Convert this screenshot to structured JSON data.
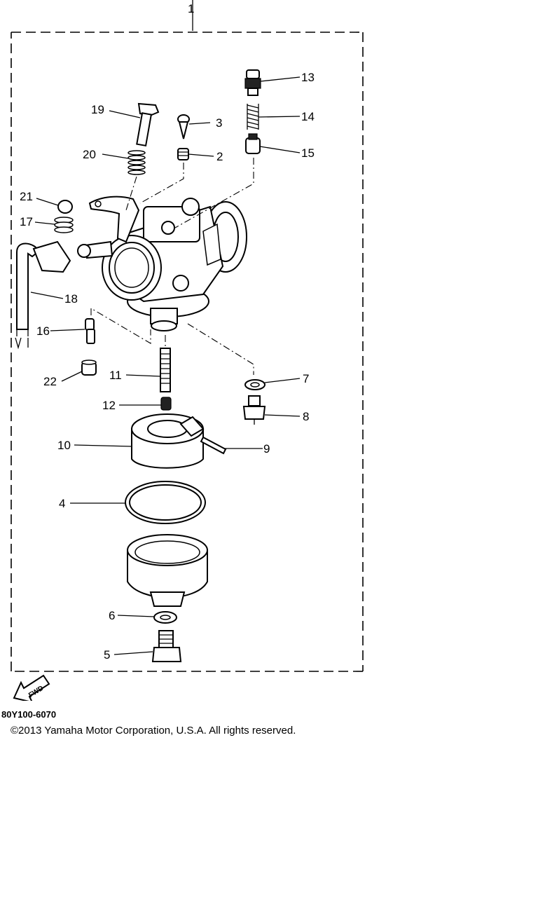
{
  "diagram": {
    "callouts": {
      "c1": "1",
      "c2": "2",
      "c3": "3",
      "c4": "4",
      "c5": "5",
      "c6": "6",
      "c7": "7",
      "c8": "8",
      "c9": "9",
      "c10": "10",
      "c11": "11",
      "c12": "12",
      "c13": "13",
      "c14": "14",
      "c15": "15",
      "c16": "16",
      "c17": "17",
      "c18": "18",
      "c19": "19",
      "c20": "20",
      "c21": "21",
      "c22": "22"
    },
    "fwd_label": "FWD",
    "diagram_code": "80Y100-6070"
  },
  "footer": {
    "copyright": "©2013 Yamaha Motor Corporation, U.S.A. All rights reserved."
  }
}
